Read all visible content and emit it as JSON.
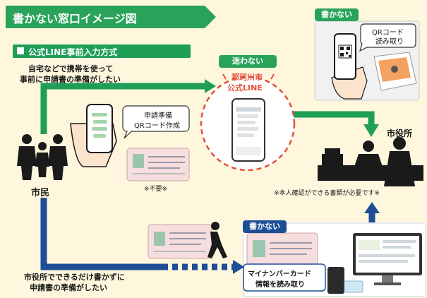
{
  "header": {
    "title": "書かない窓口イメージ図"
  },
  "section": {
    "label": "公式LINE事前入力方式"
  },
  "resident": {
    "label": "市民"
  },
  "city_hall": {
    "label": "市役所"
  },
  "top_route": {
    "line1": "自宅などで携帯を使って",
    "line2": "事前に申請書の準備がしたい"
  },
  "bottom_route": {
    "line1": "市役所でできるだけ書かずに",
    "line2": "申請書の準備がしたい"
  },
  "phone_bubble": {
    "line1": "申請準備",
    "line2": "QRコード作成"
  },
  "card_note": "※不要※",
  "badges": {
    "mayowanai": "迷わない",
    "kakanai_top": "書かない",
    "kakanai_bottom": "書かない"
  },
  "line_official": {
    "line1": "那珂川市",
    "line2": "公式LINE"
  },
  "qr_bubble": {
    "line1": "QRコード",
    "line2": "読み取り"
  },
  "id_note": "※本人確認ができる書類が必要です※",
  "mynumber_box": {
    "line1": "マイナンバーカード",
    "line2": "情報を読み取り"
  },
  "colors": {
    "green": "#1e9e57",
    "blue": "#1d4e96",
    "background": "#fef7dd",
    "red_dashed": "#e3503c",
    "badge_green": "#2aa35a"
  }
}
